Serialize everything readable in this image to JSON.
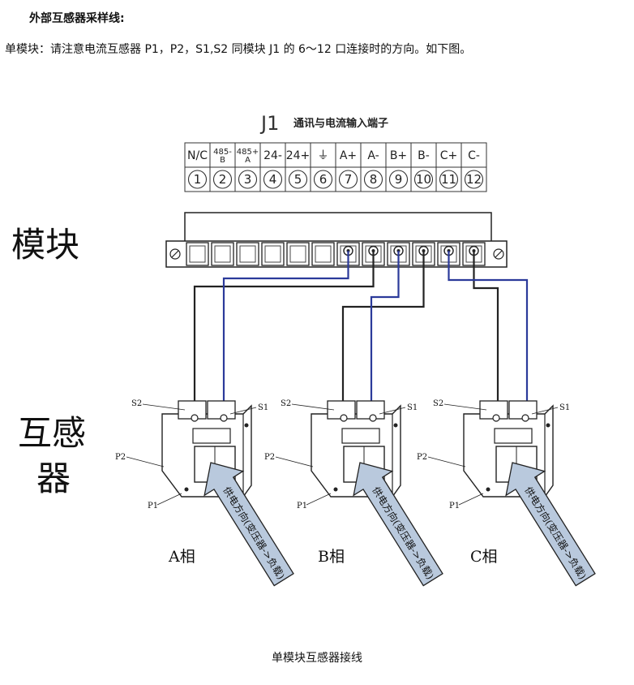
{
  "heading": "外部互感器采样线:",
  "intro": "单模块：请注意电流互感器 P1，P2，S1,S2 同模块 J1 的 6～12 口连接时的方向。如下图。",
  "caption": "单模块互感器接线",
  "connector": {
    "name": "J1",
    "subtitle": "通讯与电流输入端子",
    "pins": [
      {
        "label": "N/C",
        "num": "1"
      },
      {
        "label": "485-B",
        "num": "2"
      },
      {
        "label": "485+A",
        "num": "3"
      },
      {
        "label": "24-",
        "num": "4"
      },
      {
        "label": "24+",
        "num": "5"
      },
      {
        "label": "⏚",
        "num": "6"
      },
      {
        "label": "A+",
        "num": "7"
      },
      {
        "label": "A-",
        "num": "8"
      },
      {
        "label": "B+",
        "num": "9"
      },
      {
        "label": "B-",
        "num": "10"
      },
      {
        "label": "C+",
        "num": "11"
      },
      {
        "label": "C-",
        "num": "12"
      }
    ]
  },
  "module_label": "模块",
  "ct_label_line1": "互感",
  "ct_label_line2": "器",
  "terminal_labels": {
    "s2": "S2",
    "s1": "S1",
    "p2": "P2",
    "p1": "P1"
  },
  "arrow_text": "供电方向(变压器->负载)",
  "phases": [
    "A相",
    "B相",
    "C相"
  ],
  "colors": {
    "blue_wire": "#2b3a9a",
    "black_wire": "#222222",
    "arrow_fill": "#b9c9dd"
  }
}
